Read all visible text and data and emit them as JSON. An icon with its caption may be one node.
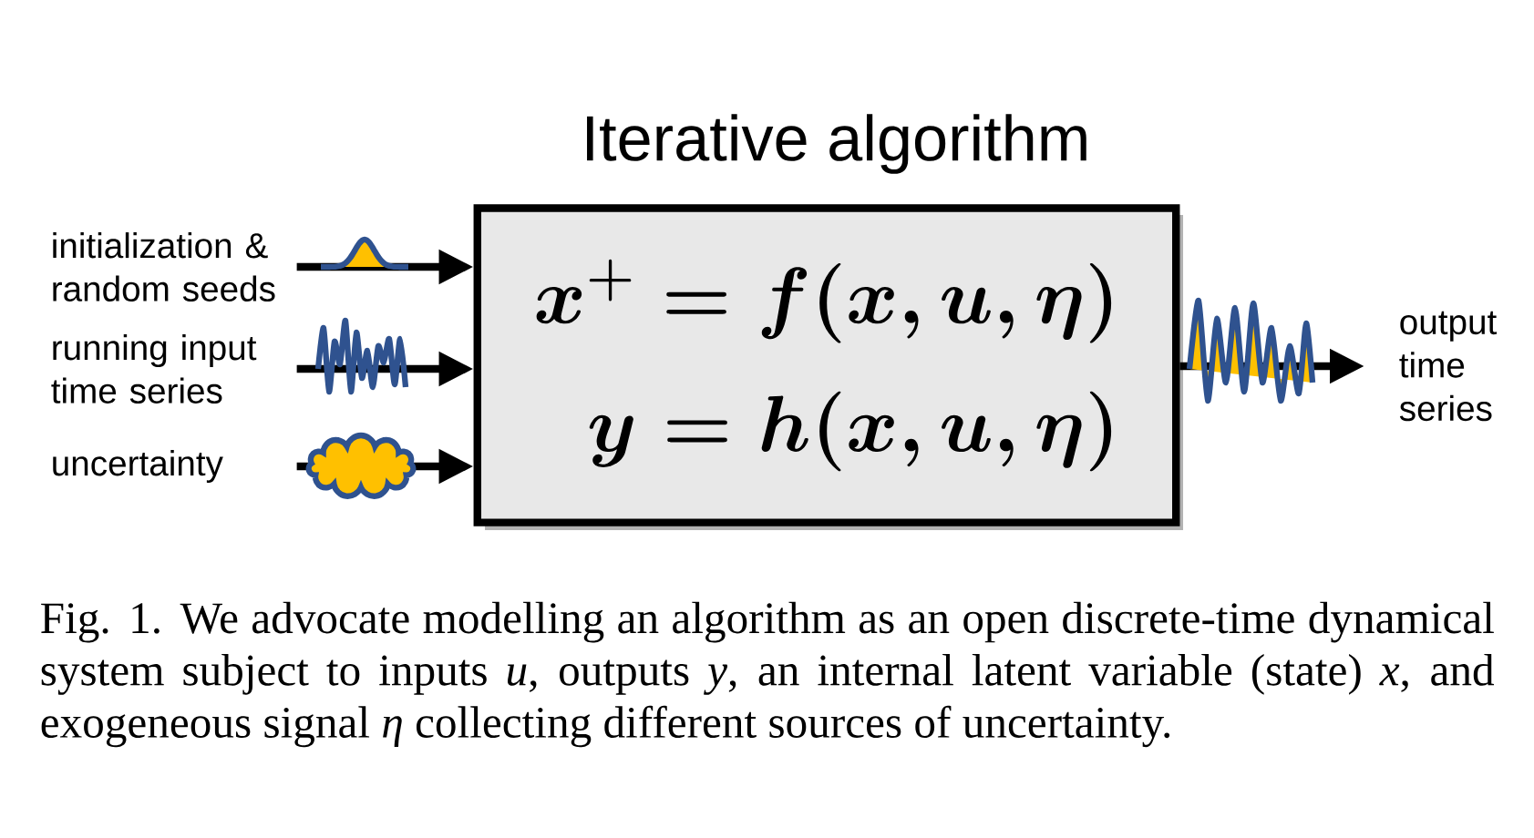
{
  "diagram": {
    "title": "Iterative algorithm",
    "caption": "Fig. 1. We advocate modelling an algorithm as an open discrete-time dynamical system subject to inputs *u*, outputs *y*, an internal latent variable (state) *x*, and exogeneous signal *η* collecting different sources of uncertainty.",
    "nodes": [
      {
        "text": [
          "x^{+} = f(x,u,\\eta)",
          "y = h(x,u,\\eta)"
        ]
      },
      {
        "text": [
          "initialization & random seeds"
        ]
      },
      {
        "text": [
          "running input time series"
        ]
      },
      {
        "text": [
          "uncertainty"
        ]
      },
      {
        "text": [
          "output time series"
        ]
      }
    ],
    "edges": [
      {
        "from": 1,
        "to": 0,
        "arrow": "to"
      },
      {
        "from": 2,
        "to": 0,
        "arrow": "to"
      },
      {
        "from": 3,
        "to": 0,
        "arrow": "to"
      },
      {
        "from": 0,
        "to": 4,
        "arrow": "to"
      }
    ]
  }
}
